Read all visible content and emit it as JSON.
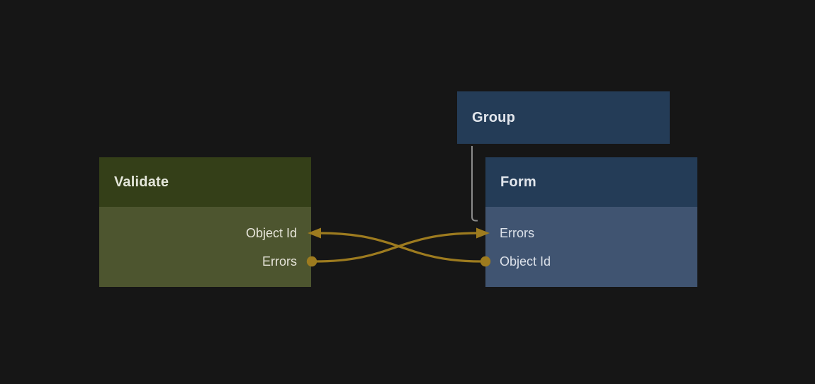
{
  "canvas": {
    "background": "#161616"
  },
  "colors": {
    "edge": "#9d7b1f",
    "group_link": "#8b8b8b",
    "validate_header_bg": "#343f18",
    "validate_body_bg": "#4d552f",
    "validate_title_text": "#e4e6da",
    "validate_field_text": "#e6e4d9",
    "blue_header_bg": "#243c57",
    "blue_body_bg": "#405471",
    "blue_title_text": "#e2e6ec",
    "blue_field_text": "#dde2ea"
  },
  "nodes": {
    "group": {
      "title": "Group"
    },
    "validate": {
      "title": "Validate",
      "fields": [
        {
          "label": "Object Id",
          "port": "input-arrow"
        },
        {
          "label": "Errors",
          "port": "output-dot"
        }
      ]
    },
    "form": {
      "title": "Form",
      "fields": [
        {
          "label": "Errors",
          "port": "input-arrow"
        },
        {
          "label": "Object Id",
          "port": "output-dot"
        }
      ]
    }
  },
  "edges": [
    {
      "from": "Validate.Errors",
      "to": "Form.Errors"
    },
    {
      "from": "Form.Object Id",
      "to": "Validate.Object Id"
    }
  ],
  "group_link": {
    "from": "Group",
    "to": "Form"
  }
}
